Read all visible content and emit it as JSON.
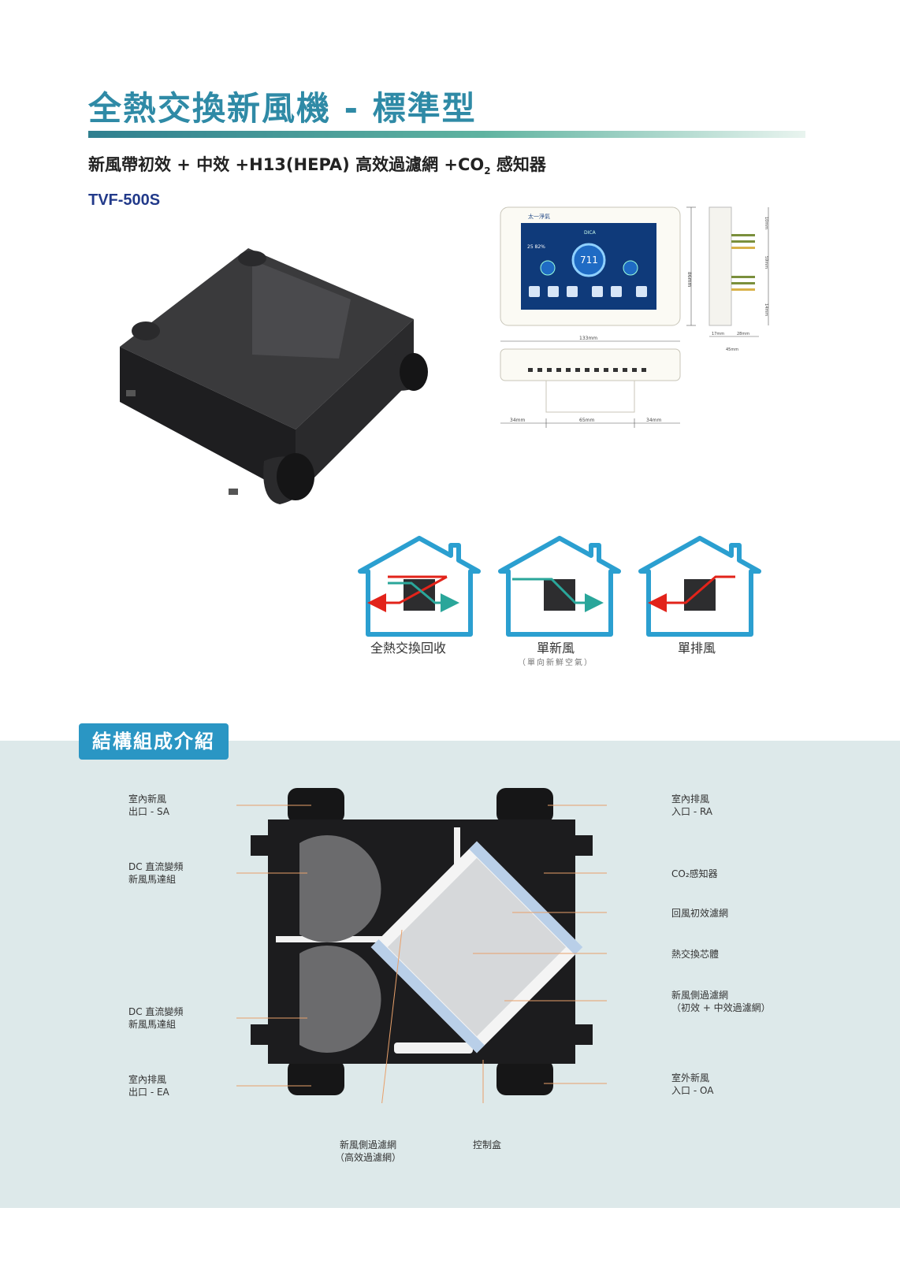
{
  "header": {
    "title": "全熱交換新風機 - 標準型",
    "subtitle_pre": "新風帶初效 + 中效 +H13(HEPA) 高效過濾網 +CO",
    "subtitle_sub": "2",
    "subtitle_post": " 感知器",
    "model": "TVF-500S"
  },
  "controller": {
    "dims": {
      "width": "133mm",
      "height": "86mm",
      "d1": "17mm",
      "d2": "28mm",
      "depth_total": "45mm",
      "side_a": "10mm",
      "side_b": "59mm",
      "side_c": "14mm",
      "bottom_left": "34mm",
      "bottom_mid": "65mm",
      "bottom_right": "34mm"
    },
    "screen": {
      "brand": "太一淨氣",
      "value": "711",
      "header": "DICA",
      "readings": "25  82%"
    }
  },
  "modes": [
    {
      "label": "全熱交換回收",
      "sub": ""
    },
    {
      "label": "單新風",
      "sub": "（單向新鮮空氣）"
    },
    {
      "label": "單排風",
      "sub": ""
    }
  ],
  "structure": {
    "tab": "結構組成介紹",
    "left_labels": [
      {
        "line1": "室內新風",
        "line2": "出口 - SA"
      },
      {
        "line1": "DC 直流變頻",
        "line2": "新風馬達組"
      },
      {
        "line1": "DC 直流變頻",
        "line2": "新風馬達組"
      },
      {
        "line1": "室內排風",
        "line2": "出口 - EA"
      }
    ],
    "right_labels": [
      {
        "line1": "室內排風",
        "line2": "入口 - RA"
      },
      {
        "line1": "CO₂感知器",
        "line2": ""
      },
      {
        "line1": "回風初效濾網",
        "line2": ""
      },
      {
        "line1": "熱交換芯體",
        "line2": ""
      },
      {
        "line1": "新風側過濾網",
        "line2": "（初效 + 中效過濾網）"
      },
      {
        "line1": "室外新風",
        "line2": "入口 - OA"
      }
    ],
    "bottom_labels": [
      {
        "line1": "新風側過濾網",
        "line2": "（高效過濾網）"
      },
      {
        "line1": "控制盒",
        "line2": ""
      }
    ]
  },
  "colors": {
    "title": "#2f8aa6",
    "accent_tab": "#2a96c4",
    "structure_bg": "#dde9ea",
    "arrow_warm": "#e2231a",
    "arrow_cool": "#2aa69a",
    "house_outline": "#2b9fd0",
    "leader_line": "#e8a06a"
  }
}
